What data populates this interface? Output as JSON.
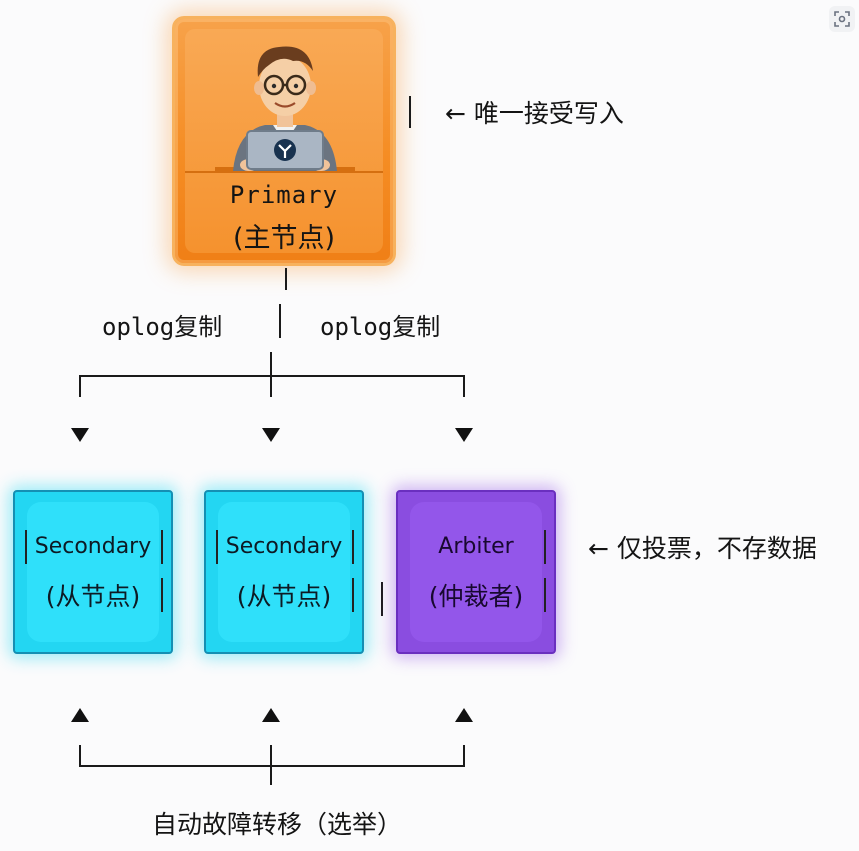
{
  "primary": {
    "title": "Primary",
    "subtitle": "(主节点)"
  },
  "notes": {
    "primary_note": "← 唯一接受写入",
    "arbiter_note": "← 仅投票，不存数据",
    "oplog_left": "oplog复制",
    "oplog_right": "oplog复制",
    "failover": "自动故障转移（选举）"
  },
  "nodes": [
    {
      "title": "Secondary",
      "subtitle": "(从节点)",
      "color": "#2fe0fa"
    },
    {
      "title": "Secondary",
      "subtitle": "(从节点)",
      "color": "#2fe0fa"
    },
    {
      "title": "Arbiter",
      "subtitle": "(仲裁者)",
      "color": "#9356ea"
    }
  ],
  "colors": {
    "primary": "#f5922e",
    "secondary": "#2fe0fa",
    "arbiter": "#9356ea",
    "line": "#1a1a1a"
  },
  "icons": {
    "avatar": "developer-with-laptop-icon",
    "laptop_logo": "mongodb-logo-icon",
    "corner": "scan-icon"
  }
}
